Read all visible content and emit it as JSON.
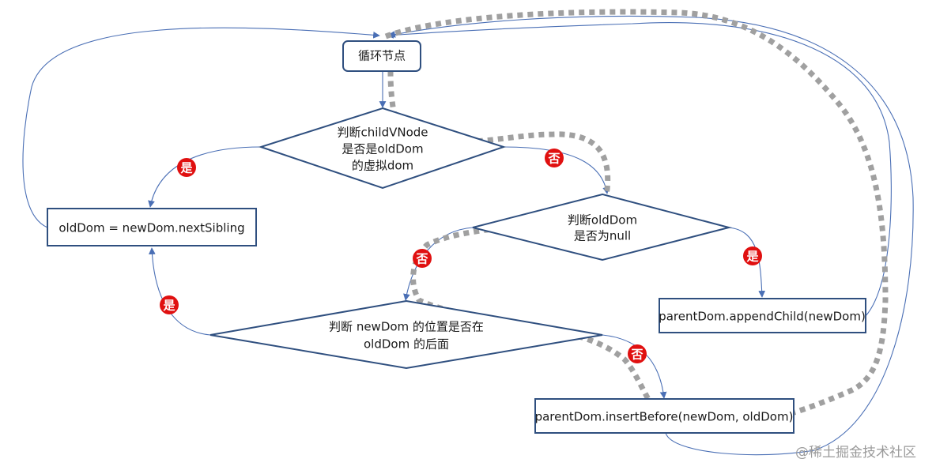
{
  "colors": {
    "node_stroke": "#2f4f7f",
    "connector": "#4a6fb5",
    "dotted_path": "#a0a0a0",
    "badge": "#e01010"
  },
  "nodes": {
    "loop": {
      "label": "循环节点"
    },
    "check_child": {
      "lines": [
        "判断childVNode",
        "是否是oldDom",
        "的虚拟dom"
      ]
    },
    "set_old_dom": {
      "label": "oldDom = newDom.nextSibling"
    },
    "check_null": {
      "lines": [
        "判断oldDom",
        "是否为null"
      ]
    },
    "append_child": {
      "label": "parentDom.appendChild(newDom)"
    },
    "check_position": {
      "lines": [
        "判断 newDom 的位置是否在",
        "oldDom 的后面"
      ]
    },
    "insert_before": {
      "label": "parentDom.insertBefore(newDom, oldDom)"
    }
  },
  "badges": {
    "yes_child": "是",
    "no_child": "否",
    "no_null": "否",
    "yes_null": "是",
    "yes_position": "是",
    "no_position": "否"
  },
  "watermark": "@稀土掘金技术社区"
}
